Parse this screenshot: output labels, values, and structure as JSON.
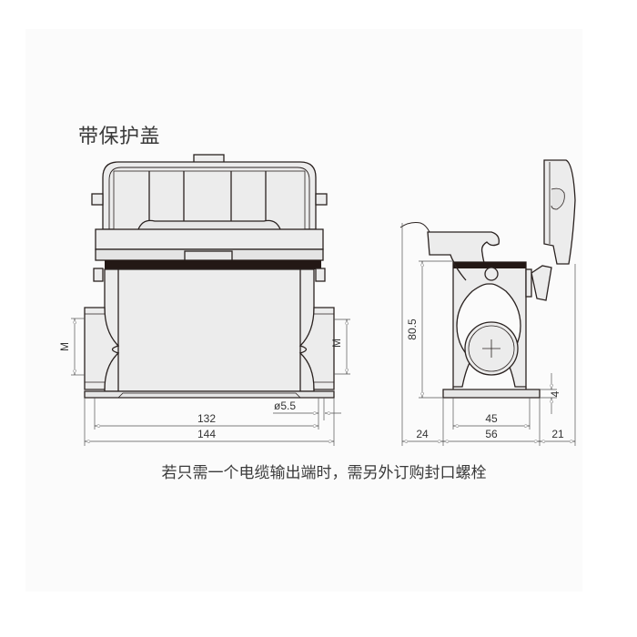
{
  "title": "带保护盖",
  "note": "若只需一个电缆输出端时，需另外订购封口螺栓",
  "front_view": {
    "dimensions": {
      "inner_width": "132",
      "outer_width": "144",
      "hole_diameter": "ø5.5",
      "thread_left": "M",
      "thread_right": "M"
    }
  },
  "side_view": {
    "dimensions": {
      "height": "80.5",
      "flange_thickness": "4",
      "inner_base": "45",
      "base_width": "56",
      "left_offset": "24",
      "right_offset": "21"
    }
  },
  "colors": {
    "line": "#2a2220",
    "fill": "#ececec",
    "seal": "#231815",
    "dim_line": "#555555"
  }
}
